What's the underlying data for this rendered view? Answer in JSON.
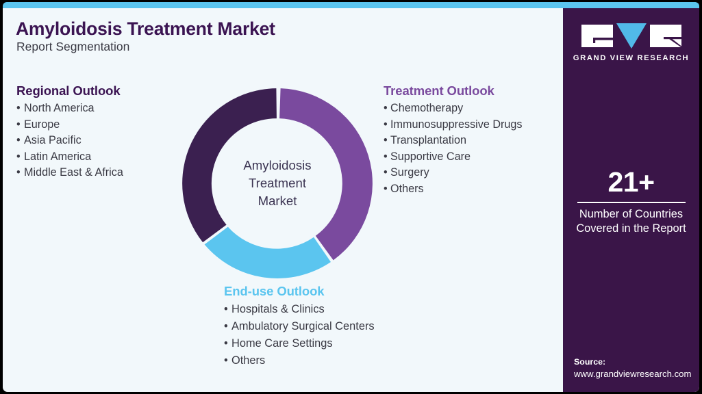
{
  "header": {
    "title": "Amyloidosis Treatment Market",
    "subtitle": "Report Segmentation"
  },
  "theme": {
    "background": "#F2F8FB",
    "accent_bar": "#5BC5EF",
    "panel": "#3A1548",
    "dark_purple": "#3B2050",
    "mid_purple": "#7A4A9E",
    "light_blue": "#5BC5EF",
    "body_text": "#3A3A44"
  },
  "regional_outlook": {
    "heading": "Regional Outlook",
    "color": "#3B1452",
    "items": [
      "North America",
      "Europe",
      "Asia Pacific",
      "Latin America",
      "Middle East & Africa"
    ]
  },
  "treatment_outlook": {
    "heading": "Treatment Outlook",
    "color": "#7A4A9E",
    "items": [
      "Chemotherapy",
      "Immunosuppressive Drugs",
      "Transplantation",
      "Supportive Care",
      "Surgery",
      "Others"
    ]
  },
  "enduse_outlook": {
    "heading": "End-use Outlook",
    "color": "#5BC5EF",
    "items": [
      "Hospitals & Clinics",
      "Ambulatory Surgical Centers",
      "Home Care Settings",
      "Others"
    ]
  },
  "donut": {
    "center_line1": "Amyloidosis",
    "center_line2": "Treatment",
    "center_line3": "Market"
  },
  "chart_data": {
    "type": "pie",
    "title": "Amyloidosis Treatment Market",
    "subtype": "donut",
    "categories": [
      "Treatment Outlook",
      "End-use Outlook",
      "Regional Outlook"
    ],
    "values": [
      33.3,
      33.3,
      33.3
    ],
    "colors": [
      "#7A4A9E",
      "#5BC5EF",
      "#3B2050"
    ],
    "center_label": "Amyloidosis Treatment Market",
    "legend": "none",
    "notes": "Three equal segments, each linked to one outlook list"
  },
  "brand": {
    "logo_letters": [
      "G",
      "V",
      "R"
    ],
    "logo_text": "GRAND VIEW RESEARCH"
  },
  "stat": {
    "number": "21+",
    "label_line1": "Number of Countries",
    "label_line2": "Covered in the Report"
  },
  "source": {
    "title": "Source:",
    "url": "www.grandviewresearch.com"
  }
}
